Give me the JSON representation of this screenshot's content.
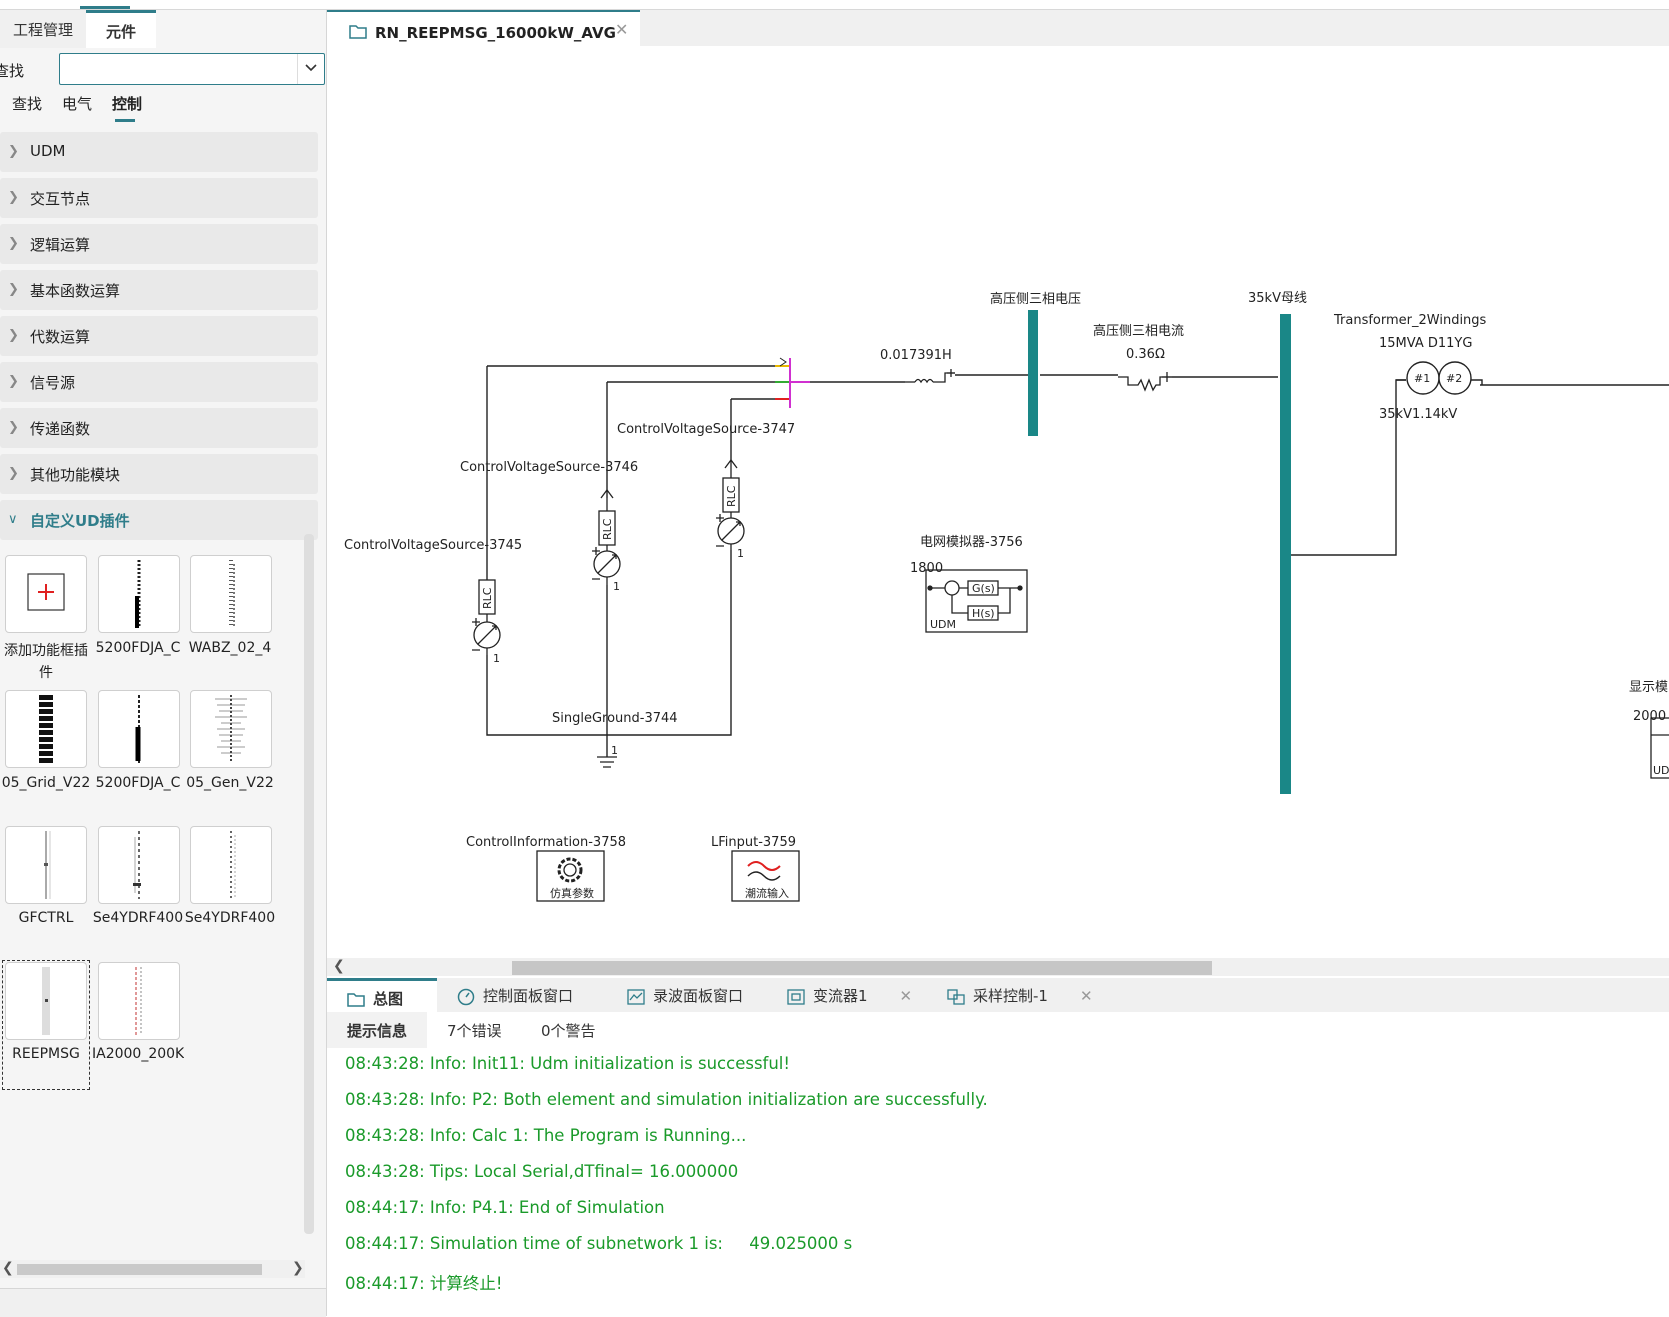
{
  "left_panel": {
    "tabs": [
      "工程管理",
      "元件"
    ],
    "search_label": "查找",
    "search_value": "",
    "category_tabs": [
      "查找",
      "电气",
      "控制"
    ],
    "categories": [
      "UDM",
      "交互节点",
      "逻辑运算",
      "基本函数运算",
      "代数运算",
      "信号源",
      "传递函数",
      "其他功能模块"
    ],
    "open_category": "自定义UD插件",
    "tiles": [
      {
        "label": "添加功能框插件"
      },
      {
        "label": "5200FDJA_C"
      },
      {
        "label": "WABZ_02_4"
      },
      {
        "label": "05_Grid_V22"
      },
      {
        "label": "5200FDJA_C"
      },
      {
        "label": "05_Gen_V22"
      },
      {
        "label": "GFCTRL"
      },
      {
        "label": "Se4YDRF400"
      },
      {
        "label": "Se4YDRF400"
      },
      {
        "label": "REEPMSG"
      },
      {
        "label": "IA2000_200K"
      }
    ]
  },
  "document": {
    "tab_title": "RN_REEPMSG_16000kW_AVG"
  },
  "diagram": {
    "labels": {
      "hv_voltage": "高压侧三相电压",
      "bus35": "35kV母线",
      "transformer": "Transformer_2Windings",
      "tr_rating": "15MVA   D11YG",
      "hv_current": "高压侧三相电流",
      "inductor_val": "0.017391H",
      "resistor_val": "0.36Ω",
      "cvs3747": "ControlVoltageSource-3747",
      "cvs3746": "ControlVoltageSource-3746",
      "cvs3745": "ControlVoltageSource-3745",
      "grid_sim": "电网模拟器-3756",
      "grid_sim_val": "1800",
      "tr_voltage": "35kV1.14kV",
      "ground": "SingleGround-3744",
      "ctrl_info": "ControlInformation-3758",
      "lf_input": "LFinput-3759",
      "ctrl_info_icon_text": "仿真参数",
      "lf_input_icon_text": "潮流输入",
      "display_cut": "显示模",
      "display_val": "2000",
      "gs_text": "G(s)",
      "hs_text": "H(s)",
      "udm": "UDM",
      "rlc": "RLC",
      "pin1": "1",
      "w1": "#1",
      "w2": "#2"
    }
  },
  "bottom_panel": {
    "tabs": [
      {
        "label": "总图",
        "closable": false
      },
      {
        "label": "控制面板窗口",
        "closable": false
      },
      {
        "label": "录波面板窗口",
        "closable": false
      },
      {
        "label": "变流器1",
        "closable": true
      },
      {
        "label": "采样控制-1",
        "closable": true
      }
    ],
    "message_tabs": [
      "提示信息",
      "7个错误",
      "0个警告"
    ],
    "messages": [
      "08:43:28: Info: Init11: Udm initialization is successful!",
      "08:43:28: Info: P2: Both element and simulation initialization are successfully.",
      "08:43:28: Info: Calc 1: The Program is Running...",
      "08:43:28: Tips: Local Serial,dTfinal= 16.000000",
      "08:44:17: Info: P4.1: End of Simulation",
      "08:44:17: Simulation time of subnetwork 1 is:     49.025000 s",
      "08:44:17: 计算终止!"
    ]
  },
  "colors": {
    "accent": "#2f7d8a",
    "bus": "#1a8787",
    "message_green": "#1a9a2a"
  }
}
